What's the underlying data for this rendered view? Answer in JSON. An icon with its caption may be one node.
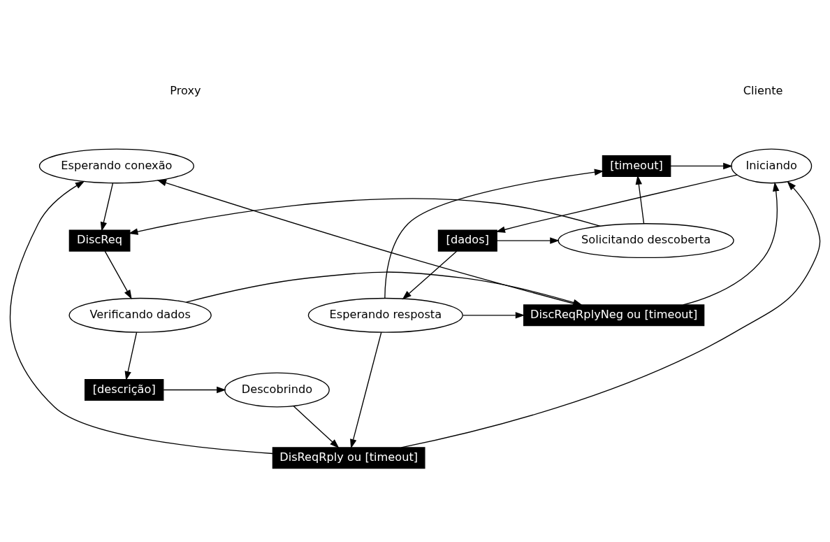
{
  "diagram": {
    "nodes": [
      {
        "text": [
          "Esperando conexão"
        ]
      },
      {
        "text": [
          "[timeout]"
        ]
      },
      {
        "text": [
          "Iniciando"
        ]
      },
      {
        "text": [
          "DiscReq"
        ]
      },
      {
        "text": [
          "Solicitando descoberta"
        ]
      },
      {
        "text": [
          "[dados]"
        ]
      },
      {
        "text": [
          "Verificando dados"
        ]
      },
      {
        "text": [
          "DiscReqRplyNeg ou [timeout]"
        ]
      },
      {
        "text": [
          "Esperando resposta"
        ]
      },
      {
        "text": [
          "[descrição]"
        ]
      },
      {
        "text": [
          "Descobrindo"
        ]
      },
      {
        "text": [
          "DisReqRply ou [timeout]"
        ]
      }
    ],
    "edges": [
      {
        "from": 0,
        "to": 3,
        "arrow": "to"
      },
      {
        "from": 3,
        "to": 6,
        "arrow": "to"
      },
      {
        "from": 6,
        "to": 9,
        "arrow": "to"
      },
      {
        "from": 9,
        "to": 10,
        "arrow": "to"
      },
      {
        "from": 10,
        "to": 11,
        "arrow": "to"
      },
      {
        "from": 11,
        "to": 0,
        "arrow": "to"
      },
      {
        "from": 11,
        "to": 2,
        "arrow": "to"
      },
      {
        "from": 2,
        "to": 5,
        "arrow": "to"
      },
      {
        "from": 5,
        "to": 4,
        "arrow": "to"
      },
      {
        "from": 5,
        "to": 8,
        "arrow": "to"
      },
      {
        "from": 4,
        "to": 3,
        "arrow": "to"
      },
      {
        "from": 4,
        "to": 1,
        "arrow": "to"
      },
      {
        "from": 1,
        "to": 2,
        "arrow": "to"
      },
      {
        "from": 8,
        "to": 1,
        "arrow": "to"
      },
      {
        "from": 8,
        "to": 7,
        "arrow": "to"
      },
      {
        "from": 6,
        "to": 7,
        "arrow": "to"
      },
      {
        "from": 7,
        "to": 0,
        "arrow": "to"
      },
      {
        "from": 7,
        "to": 2,
        "arrow": "to"
      },
      {
        "from": 8,
        "to": 11,
        "arrow": "to"
      }
    ],
    "labels": [
      "Proxy",
      "Cliente"
    ]
  }
}
